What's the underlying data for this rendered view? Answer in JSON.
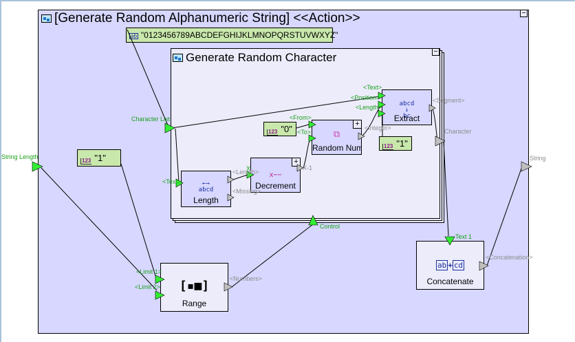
{
  "action": {
    "title": "[Generate Random Alphanumeric String] <<Action>>",
    "collapse_label": "−",
    "inputs": [
      "String Length",
      "Character List"
    ],
    "outputs": [
      "String"
    ],
    "control_label": "Control"
  },
  "sub_action": {
    "title": "Generate Random Character",
    "collapse_label": "−",
    "output_label": "Character"
  },
  "literals": {
    "char_list": "\"0123456789ABCDEFGHIJKLMNOPQRSTUVWXYZ\"",
    "one_a": "\"1\"",
    "zero": "\"0\"",
    "one_b": "\"1\""
  },
  "nodes": {
    "length": {
      "label": "Length",
      "glyph_top": "←→",
      "glyph_bottom": "abcd",
      "in": [
        "<Text>"
      ],
      "out": [
        "<Length>",
        "<Missing>"
      ]
    },
    "decrement": {
      "label": "Decrement",
      "glyph": "x−−",
      "expand": "+",
      "in": [
        "X"
      ],
      "out": [
        "X-1"
      ]
    },
    "random": {
      "label": "Random Num..",
      "expand": "+",
      "in": [
        "<From>",
        "<To>"
      ],
      "out": [
        "<Integer>"
      ]
    },
    "extract": {
      "label": "Extract",
      "glyph_top": "abcd",
      "glyph_mid": "↓",
      "glyph_bottom": "bc",
      "in": [
        "<Text>",
        "<Position>",
        "<Length>"
      ],
      "out": [
        "<Segment>"
      ]
    },
    "range": {
      "label": "Range",
      "glyph": "[▪■]",
      "in": [
        "<Limit 1>",
        "<Limit 2>"
      ],
      "out": [
        "<Numbers>"
      ]
    },
    "concatenate": {
      "label": "Concatenate",
      "glyph_left": "ab",
      "glyph_right": "cd",
      "in": [
        "Text 1"
      ],
      "out": [
        "<Concatenation>"
      ]
    }
  },
  "colors": {
    "outer_bg": "#d7d7ff",
    "inner_bg": "#ececfb",
    "literal_bg": "#c9e8ac",
    "input_port": "#33ee33",
    "output_port": "#c0c0c0",
    "input_label": "#1aa01a",
    "output_label": "#8d8d8d"
  }
}
